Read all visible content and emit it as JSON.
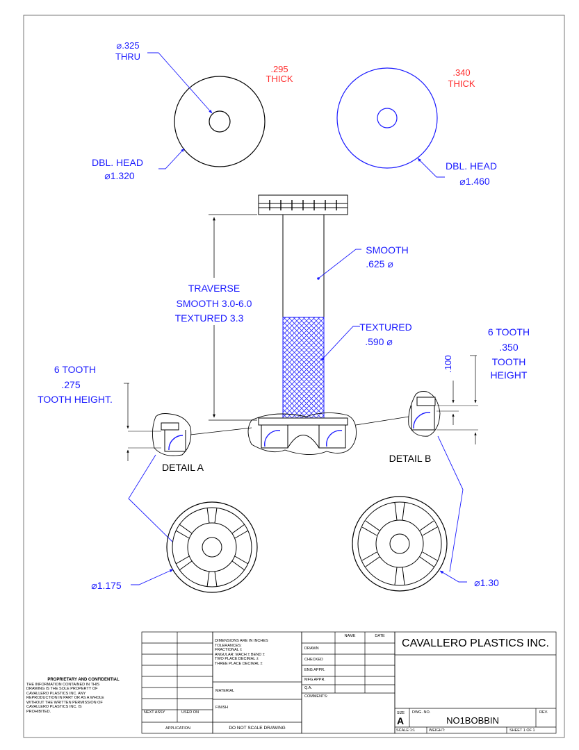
{
  "colors": {
    "annotation": "#1a1aff",
    "thickness": "#ff2a2a",
    "line": "#000000",
    "hatch": "#2a2aff"
  },
  "top_left_view": {
    "hole_dim": ".325",
    "hole_note": "THRU",
    "thick": ".295",
    "thick_label": "THICK",
    "head_label": "DBL. HEAD",
    "head_dim": "1.320"
  },
  "top_right_view": {
    "thick": ".340",
    "thick_label": "THICK",
    "head_label": "DBL. HEAD",
    "head_dim": "1.460"
  },
  "spindle": {
    "traverse_label": "TRAVERSE",
    "traverse_smooth": "SMOOTH  3.0-6.0",
    "traverse_textured": "TEXTURED  3.3",
    "smooth_label": "SMOOTH",
    "smooth_dim": ".625",
    "textured_label": "TEXTURED",
    "textured_dim": ".590"
  },
  "detail_a": {
    "label": "DETAIL A",
    "tooth_count": "6 TOOTH",
    "tooth_dim": ".275",
    "tooth_note": "TOOTH HEIGHT."
  },
  "detail_b": {
    "label": "DETAIL B",
    "tooth_count": "6 TOOTH",
    "tooth_dim": ".350",
    "tooth_note1": "TOOTH",
    "tooth_note2": "HEIGHT",
    "small_dim": ".100"
  },
  "bottom_left_view": {
    "dim": "1.175"
  },
  "bottom_right_view": {
    "dim": "1.30"
  },
  "title_block": {
    "proprietary_title": "PROPRIETARY AND CONFIDENTIAL",
    "proprietary_lines": [
      "THE INFORMATION CONTAINED IN THIS",
      "DRAWING IS THE SOLE PROPERTY OF",
      "CAVALLERO PLASTICS INC.  ANY",
      "REPRODUCTION IN PART OR AS A WHOLE",
      "WITHOUT THE WRITTEN PERMISSION OF",
      "CAVALLERO PLASTICS INC. IS",
      "PROHIBITED."
    ],
    "next_assy": "NEXT ASSY",
    "used_on": "USED ON",
    "application": "APPLICATION",
    "dims_lines": [
      "DIMENSIONS ARE IN INCHES",
      "TOLERANCES:",
      "FRACTIONAL ±",
      "ANGULAR: MACH ±   BEND ±",
      "TWO PLACE DECIMAL    ±",
      "THREE PLACE DECIMAL   ±"
    ],
    "material": "MATERIAL",
    "finish": "FINISH",
    "do_not_scale": "DO  NOT  SCALE  DRAWING",
    "name": "NAME",
    "date": "DATE",
    "roles": [
      "DRAWN",
      "CHECKED",
      "ENG APPR.",
      "MFG APPR.",
      "Q.A."
    ],
    "comments": "COMMENTS:",
    "company": "CAVALLERO PLASTICS INC.",
    "size_label": "SIZE",
    "size_value": "A",
    "dwg_no_label": "DWG.  NO.",
    "dwg_no": "NO1BOBBIN",
    "rev": "REV.",
    "scale": "SCALE:1:1",
    "weight": "WEIGHT:",
    "sheet": "SHEET 1 OF 1"
  }
}
